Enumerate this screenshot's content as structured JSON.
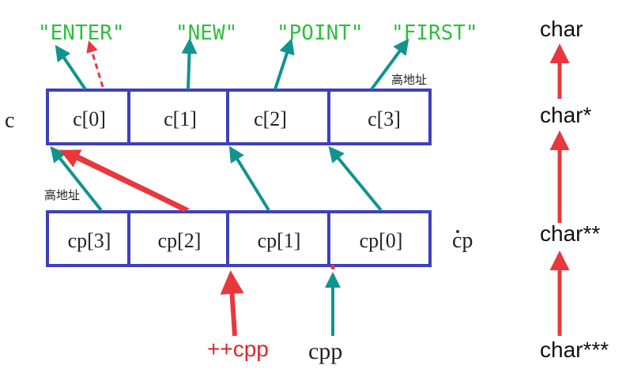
{
  "strings": [
    "\"ENTER\"",
    "\"NEW\"",
    "\"POINT\"",
    "\"FIRST\""
  ],
  "c_label": "c",
  "c_cells": [
    "c[0]",
    "c[1]",
    "c[2]",
    "c[3]"
  ],
  "cp_label": "cp",
  "cp_cells": [
    "cp[3]",
    "cp[2]",
    "cp[1]",
    "cp[0]"
  ],
  "high_addr_top": "高地址",
  "high_addr_bottom": "高地址",
  "cpp_label": "cpp",
  "pre_increment_label": "++cpp",
  "types": [
    "char",
    "char*",
    "char**",
    "char***"
  ],
  "colors": {
    "box": "#3f3fbf",
    "teal_arrow": "#10948f",
    "red_arrow": "#e8383d",
    "string_text": "#2fbf3f",
    "red_text": "#e0262c"
  }
}
